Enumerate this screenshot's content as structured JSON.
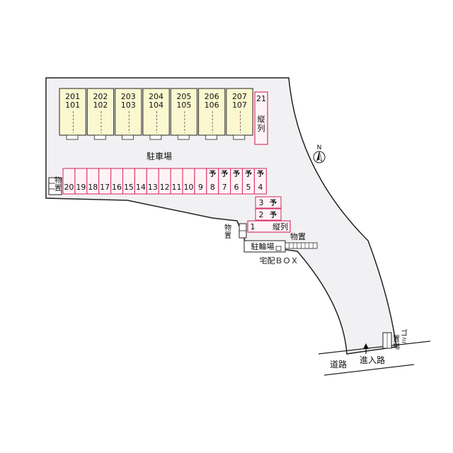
{
  "site": {
    "parking_label": "駐車場",
    "compass_label": "N",
    "bike_parking_label": "駐輪場",
    "delivery_box_label": "宅配ＢＯＸ",
    "storage_label_1": "物置",
    "storage_label_2": "物置",
    "storage_label_3": "物置",
    "garbage_label": "ゴミ置場",
    "road_label": "道路",
    "entrance_road_label": "進入路"
  },
  "units": [
    {
      "upper": "201",
      "lower": "101"
    },
    {
      "upper": "202",
      "lower": "102"
    },
    {
      "upper": "203",
      "lower": "103"
    },
    {
      "upper": "204",
      "lower": "104"
    },
    {
      "upper": "205",
      "lower": "105"
    },
    {
      "upper": "206",
      "lower": "106"
    },
    {
      "upper": "207",
      "lower": "107"
    }
  ],
  "parking_row": [
    "20",
    "19",
    "18",
    "17",
    "16",
    "15",
    "14",
    "13",
    "12",
    "11",
    "10",
    "9",
    "8",
    "7",
    "6",
    "5",
    "4"
  ],
  "reserved_mark": "予",
  "reserved_spaces": [
    "8",
    "7",
    "6",
    "5",
    "4"
  ],
  "tandem_space_21": {
    "number": "21",
    "note": "縦列"
  },
  "small_spaces": [
    {
      "number": "3",
      "mark": "予"
    },
    {
      "number": "2",
      "mark": "予"
    }
  ],
  "tandem_space_1": {
    "number": "1",
    "note": "縦列"
  },
  "colors": {
    "parking_border": "#d9366a",
    "parking_fill": "#fff3f6",
    "reserved_mark": "#cc0000",
    "building_fill": "#fbf7cf",
    "site_fill": "#f1f1f3"
  }
}
